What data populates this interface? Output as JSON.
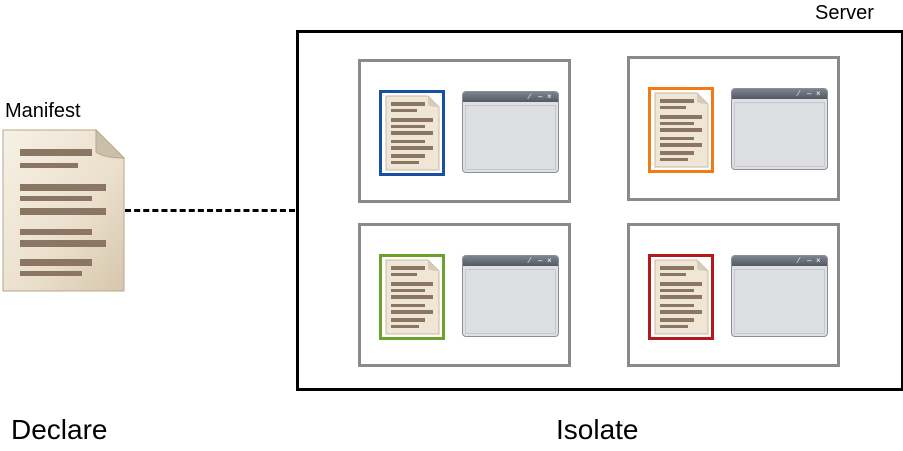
{
  "labels": {
    "manifest": "Manifest",
    "server": "Server",
    "declare": "Declare",
    "isolate": "Isolate"
  },
  "containers": [
    {
      "id": "top-left",
      "doc_border_color": "#1a4fa6"
    },
    {
      "id": "top-right",
      "doc_border_color": "#f07c16"
    },
    {
      "id": "bottom-left",
      "doc_border_color": "#6aa22d"
    },
    {
      "id": "bottom-right",
      "doc_border_color": "#b3191d"
    }
  ],
  "colors": {
    "container_border": "#8a8a8a",
    "server_border": "#000000",
    "doc_paper": "#efe6d6",
    "doc_lines": "#8b7663"
  },
  "icons": {
    "manifest": "document-icon",
    "app_doc": "document-icon",
    "app_window": "application-window-icon"
  }
}
